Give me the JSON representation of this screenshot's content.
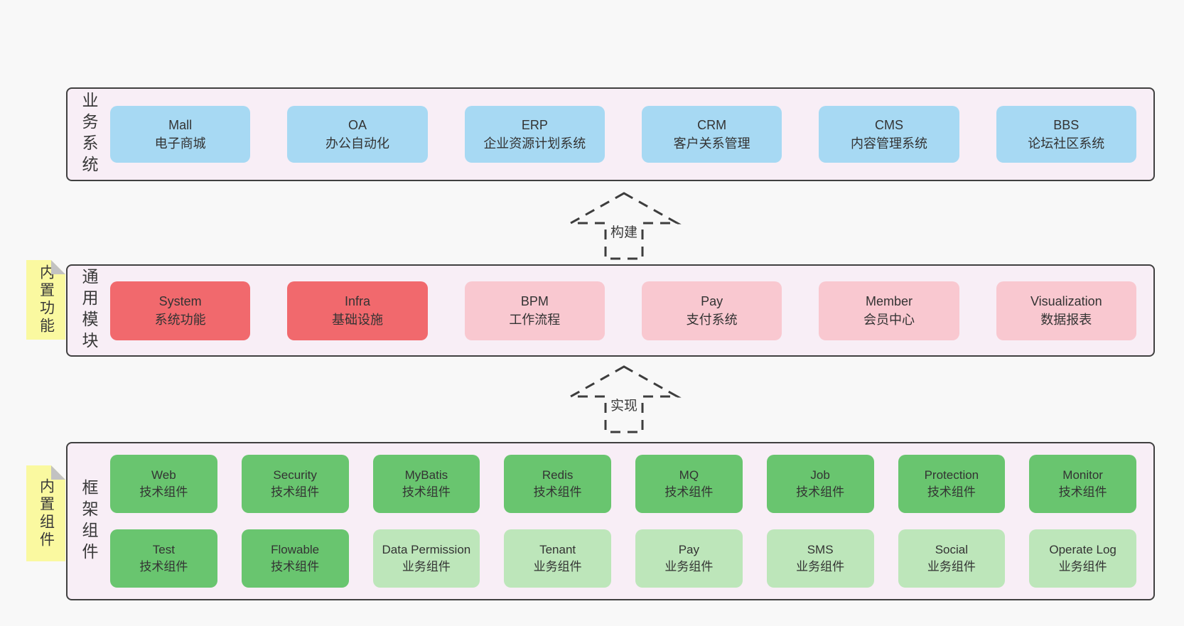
{
  "colors": {
    "blue": "#a7d9f3",
    "red": "#f1696d",
    "pink": "#f9c8d0",
    "green": "#69c56f",
    "lightgreen": "#bde6ba",
    "yellow": "#faf9a0",
    "layer_bg": "#f8eef6",
    "border": "#404040",
    "page_bg": "#f8f8f8",
    "dash": "#3d3d3d"
  },
  "arrows": [
    {
      "label": "构建"
    },
    {
      "label": "实现"
    }
  ],
  "layers": [
    {
      "label": "业务系统",
      "boxes": [
        {
          "name": "Mall",
          "desc": "电子商城"
        },
        {
          "name": "OA",
          "desc": "办公自动化"
        },
        {
          "name": "ERP",
          "desc": "企业资源计划系统"
        },
        {
          "name": "CRM",
          "desc": "客户关系管理"
        },
        {
          "name": "CMS",
          "desc": "内容管理系统"
        },
        {
          "name": "BBS",
          "desc": "论坛社区系统"
        }
      ]
    },
    {
      "label": "通用模块",
      "note": "内置功能",
      "boxes": [
        {
          "name": "System",
          "desc": "系统功能"
        },
        {
          "name": "Infra",
          "desc": "基础设施"
        },
        {
          "name": "BPM",
          "desc": "工作流程"
        },
        {
          "name": "Pay",
          "desc": "支付系统"
        },
        {
          "name": "Member",
          "desc": "会员中心"
        },
        {
          "name": "Visualization",
          "desc": "数据报表"
        }
      ]
    },
    {
      "label": "框架组件",
      "note": "内置组件",
      "boxes": [
        {
          "name": "Web",
          "desc": "技术组件"
        },
        {
          "name": "Security",
          "desc": "技术组件"
        },
        {
          "name": "MyBatis",
          "desc": "技术组件"
        },
        {
          "name": "Redis",
          "desc": "技术组件"
        },
        {
          "name": "MQ",
          "desc": "技术组件"
        },
        {
          "name": "Job",
          "desc": "技术组件"
        },
        {
          "name": "Protection",
          "desc": "技术组件"
        },
        {
          "name": "Monitor",
          "desc": "技术组件"
        },
        {
          "name": "Test",
          "desc": "技术组件"
        },
        {
          "name": "Flowable",
          "desc": "技术组件"
        },
        {
          "name": "Data Permission",
          "desc": "业务组件"
        },
        {
          "name": "Tenant",
          "desc": "业务组件"
        },
        {
          "name": "Pay",
          "desc": "业务组件"
        },
        {
          "name": "SMS",
          "desc": "业务组件"
        },
        {
          "name": "Social",
          "desc": "业务组件"
        },
        {
          "name": "Operate Log",
          "desc": "业务组件"
        }
      ]
    }
  ]
}
